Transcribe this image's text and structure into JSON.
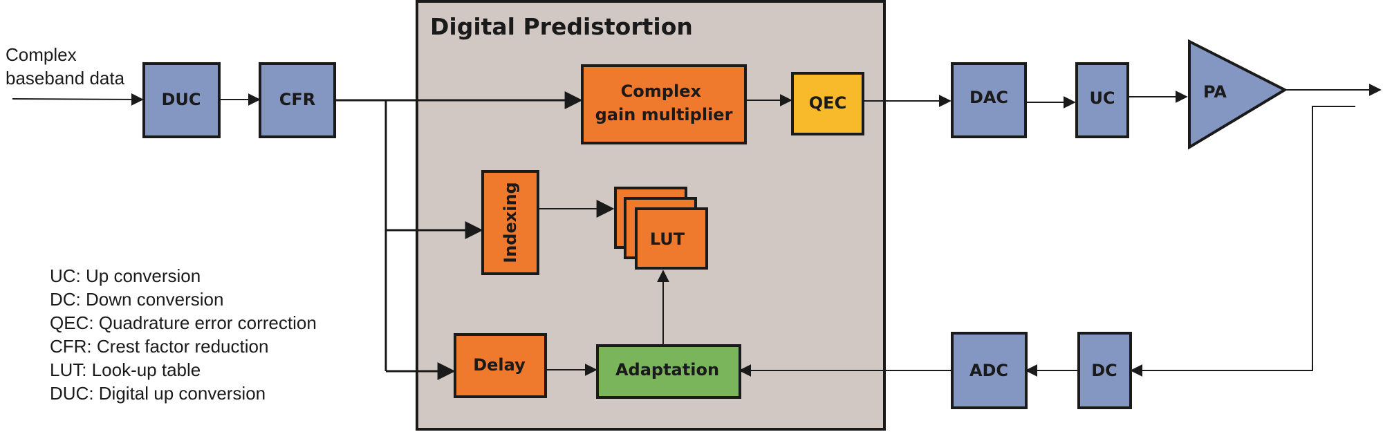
{
  "input_label": [
    "Complex",
    "baseband data"
  ],
  "dpd_title": "Digital Predistortion",
  "blocks": {
    "duc": "DUC",
    "cfr": "CFR",
    "cgm": [
      "Complex",
      "gain multiplier"
    ],
    "qec": "QEC",
    "dac": "DAC",
    "uc": "UC",
    "pa": "PA",
    "indexing": "Indexing",
    "lut": "LUT",
    "delay": "Delay",
    "adaptation": "Adaptation",
    "adc": "ADC",
    "dc": "DC"
  },
  "legend": [
    "UC: Up conversion",
    "DC: Down conversion",
    "QEC: Quadrature error correction",
    "CFR: Crest factor reduction",
    "LUT: Look-up table",
    "DUC: Digital up conversion"
  ],
  "colors": {
    "blue_block": "#8497c2",
    "orange_block": "#ef7a2d",
    "yellow_block": "#f8b92b",
    "green_block": "#7ab55c",
    "dpd_background": "#d1c8c3",
    "stroke": "#1a1a1a"
  }
}
